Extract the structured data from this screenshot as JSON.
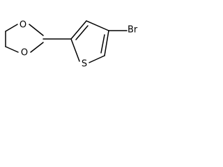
{
  "molecule": {
    "atoms": {
      "oxygen_top": "O",
      "oxygen_bottom": "O",
      "sulfur": "S",
      "bromine": "Br"
    }
  }
}
